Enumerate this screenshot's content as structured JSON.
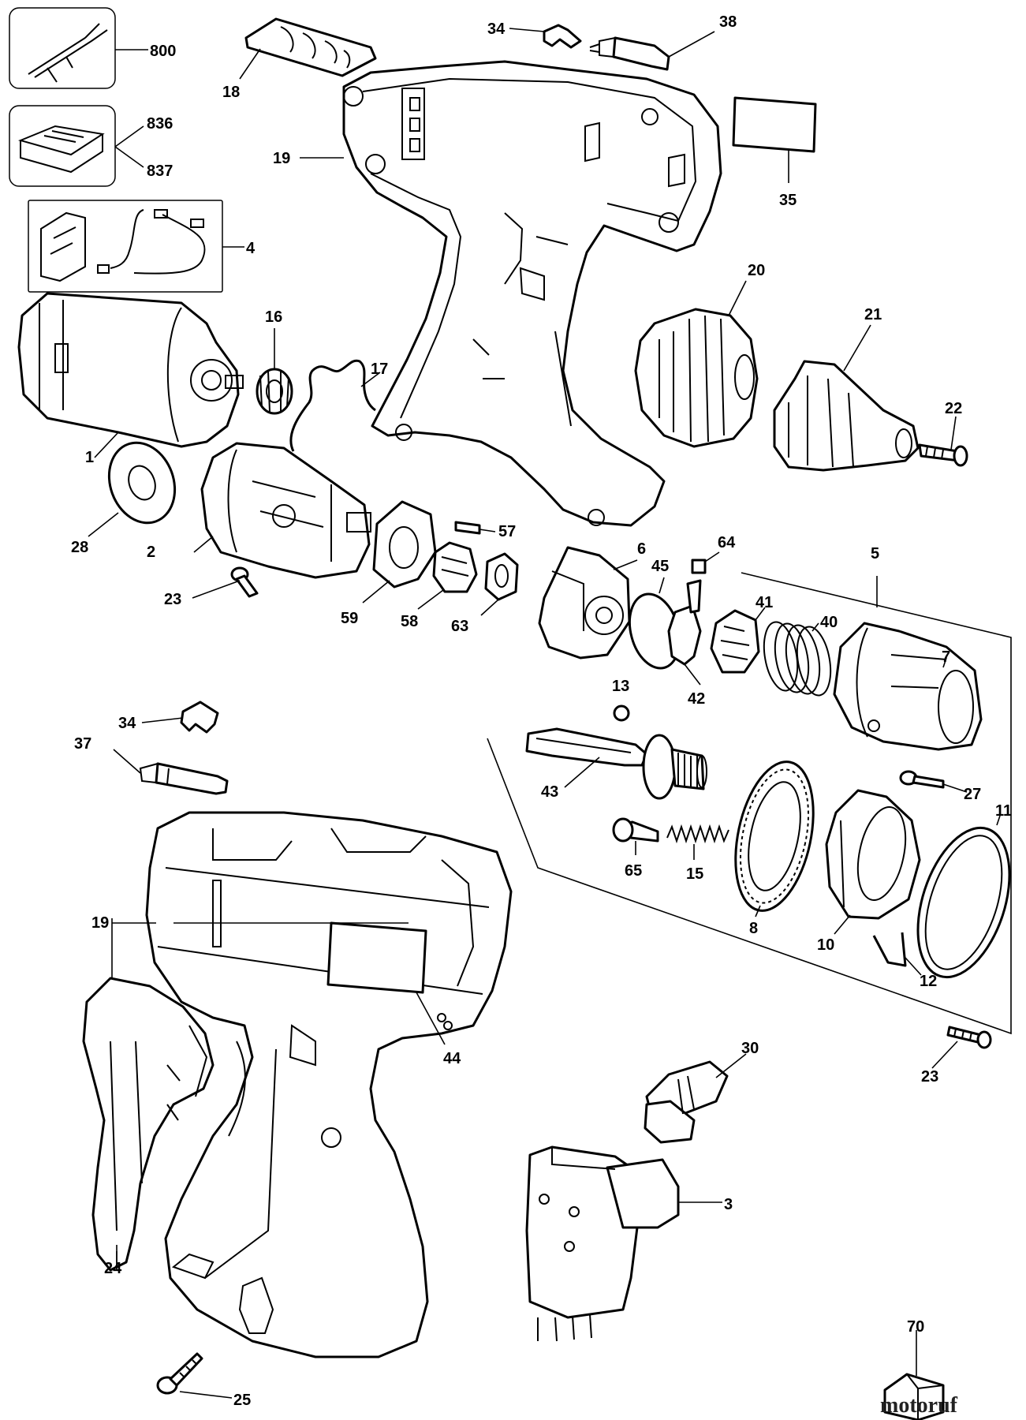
{
  "labels": {
    "p800": "800",
    "p836": "836",
    "p837": "837",
    "p4": "4",
    "p18": "18",
    "p19_top": "19",
    "p34_top": "34",
    "p38": "38",
    "p35": "35",
    "p16": "16",
    "p17": "17",
    "p1": "1",
    "p28": "28",
    "p2": "2",
    "p23_left": "23",
    "p20": "20",
    "p21": "21",
    "p22": "22",
    "p57": "57",
    "p59": "59",
    "p58": "58",
    "p63": "63",
    "p6": "6",
    "p64": "64",
    "p45": "45",
    "p5": "5",
    "p41": "41",
    "p40": "40",
    "p42": "42",
    "p7": "7",
    "p13": "13",
    "p34_mid": "34",
    "p37": "37",
    "p43": "43",
    "p27": "27",
    "p11": "11",
    "p65": "65",
    "p15": "15",
    "p8": "8",
    "p10": "10",
    "p12": "12",
    "p19_bottom": "19",
    "p44": "44",
    "p23_right": "23",
    "p30": "30",
    "p3": "3",
    "p24": "24",
    "p25": "25",
    "p70": "70"
  },
  "watermark": "motoruf"
}
